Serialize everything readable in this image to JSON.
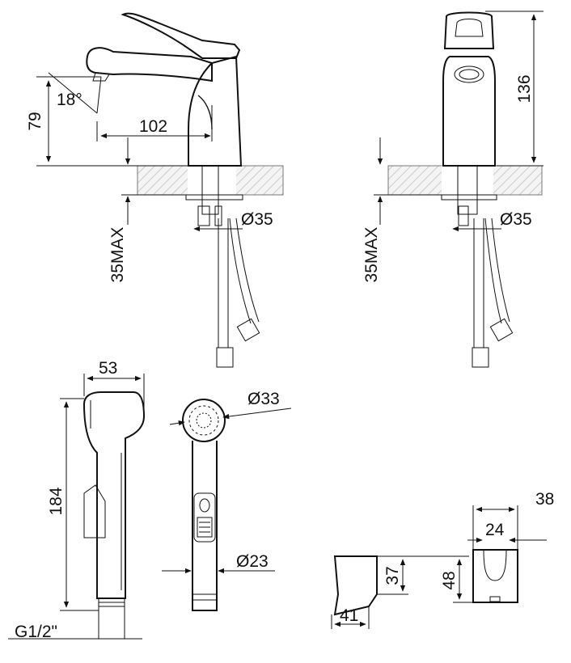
{
  "labels": {
    "front_height": "79",
    "spout_angle": "18°",
    "spout_reach": "102",
    "front_hole_diameter": "Ø35",
    "front_deck_thickness": "35MAX",
    "side_height": "136",
    "side_hole_diameter": "Ø35",
    "side_deck_thickness": "35MAX",
    "shower_width": "53",
    "shower_length": "184",
    "shower_head_diameter": "Ø33",
    "shower_handle_diameter": "Ø23",
    "shower_thread": "G1/2\"",
    "holder_outer_width": "38",
    "holder_inner_width": "24",
    "holder_side_height": "37",
    "holder_front_height": "48",
    "holder_depth": "41"
  },
  "colors": {
    "line": "#111111",
    "background": "#ffffff",
    "floor_hatch": "#9a9a9a"
  }
}
